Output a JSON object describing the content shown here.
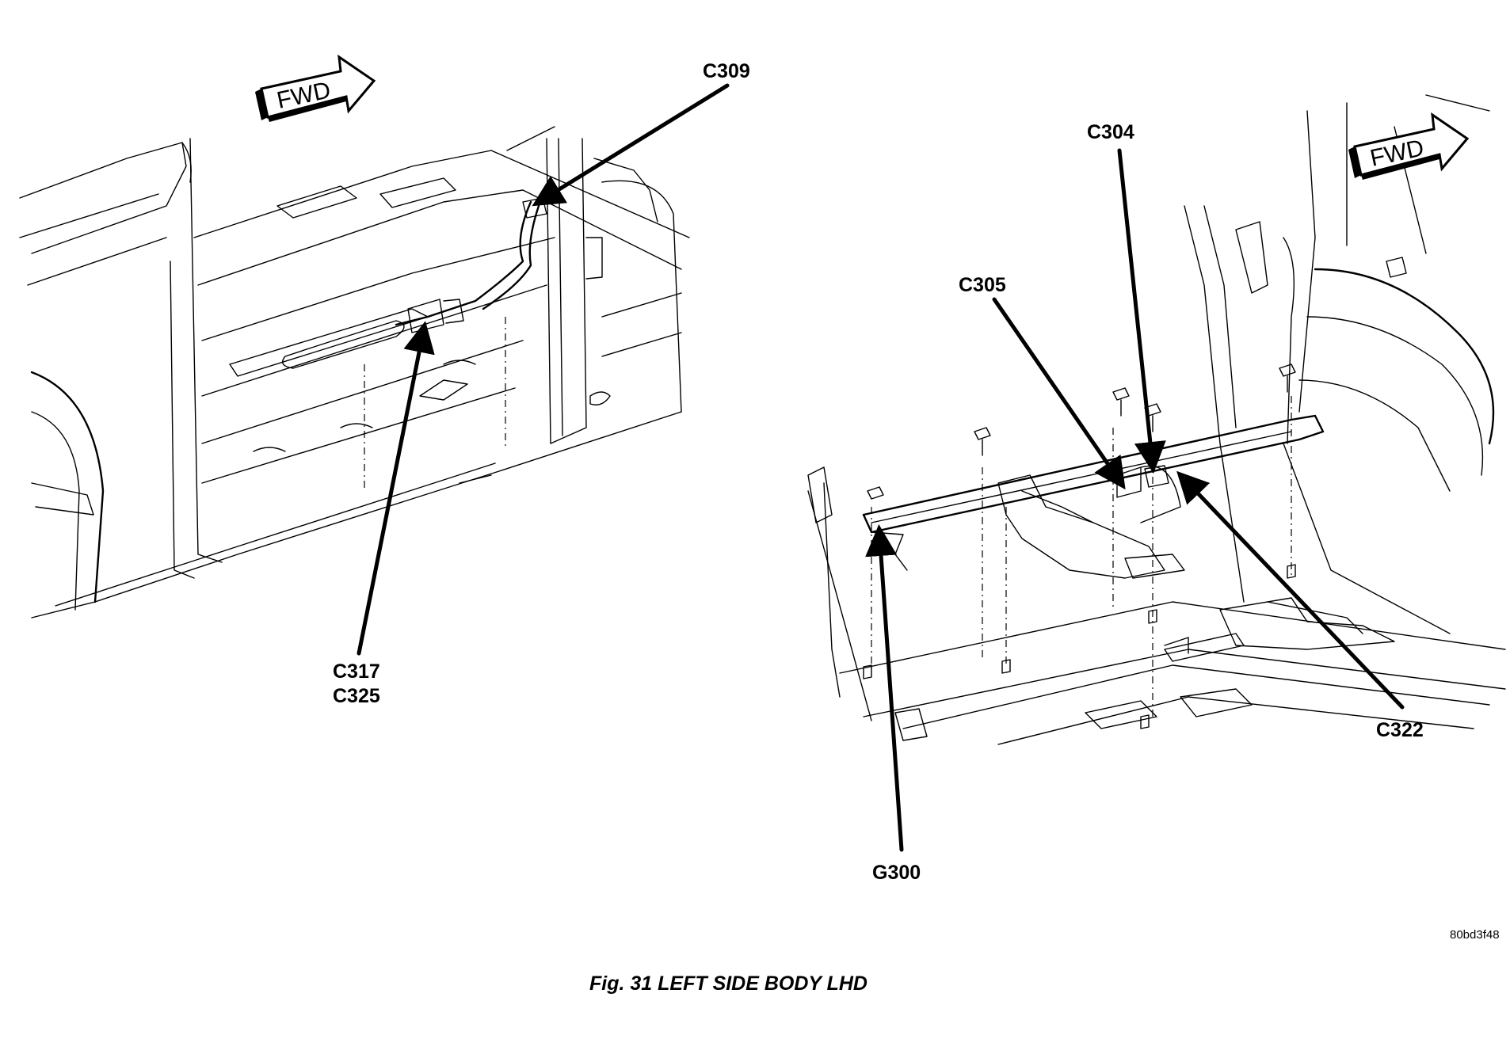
{
  "figure": {
    "caption": "Fig. 31 LEFT SIDE BODY LHD",
    "reference_code": "80bd3f48"
  },
  "direction_indicators": [
    {
      "id": "fwd-left",
      "label": "FWD"
    },
    {
      "id": "fwd-right",
      "label": "FWD"
    }
  ],
  "callouts": {
    "c309": "C309",
    "c317": "C317",
    "c325": "C325",
    "c304": "C304",
    "c305": "C305",
    "c322": "C322",
    "g300": "G300"
  },
  "icons": {
    "fwd_arrow": "fwd-arrow-icon"
  },
  "colors": {
    "ink": "#000000",
    "background": "#ffffff"
  }
}
